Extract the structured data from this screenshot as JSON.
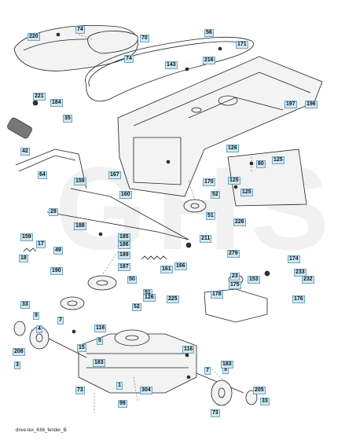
{
  "diagram": {
    "watermark": "GHS",
    "footer_text": "drive-tex_K66_fender_B",
    "part_labels": [
      "220",
      "74",
      "70",
      "56",
      "74",
      "171",
      "143",
      "216",
      "221",
      "184",
      "35",
      "197",
      "196",
      "42",
      "126",
      "80",
      "125",
      "64",
      "167",
      "159",
      "160",
      "170",
      "125",
      "125",
      "52",
      "51",
      "226",
      "29",
      "188",
      "185",
      "186",
      "211",
      "159",
      "17",
      "18",
      "49",
      "189",
      "187",
      "161",
      "166",
      "279",
      "174",
      "190",
      "50",
      "23",
      "153",
      "233",
      "232",
      "52",
      "51",
      "126",
      "225",
      "175",
      "176",
      "178",
      "33",
      "9",
      "7",
      "4",
      "208",
      "3",
      "116",
      "5",
      "15",
      "116",
      "183",
      "7",
      "9",
      "183",
      "73",
      "1",
      "304",
      "205",
      "33",
      "73",
      "99"
    ]
  }
}
